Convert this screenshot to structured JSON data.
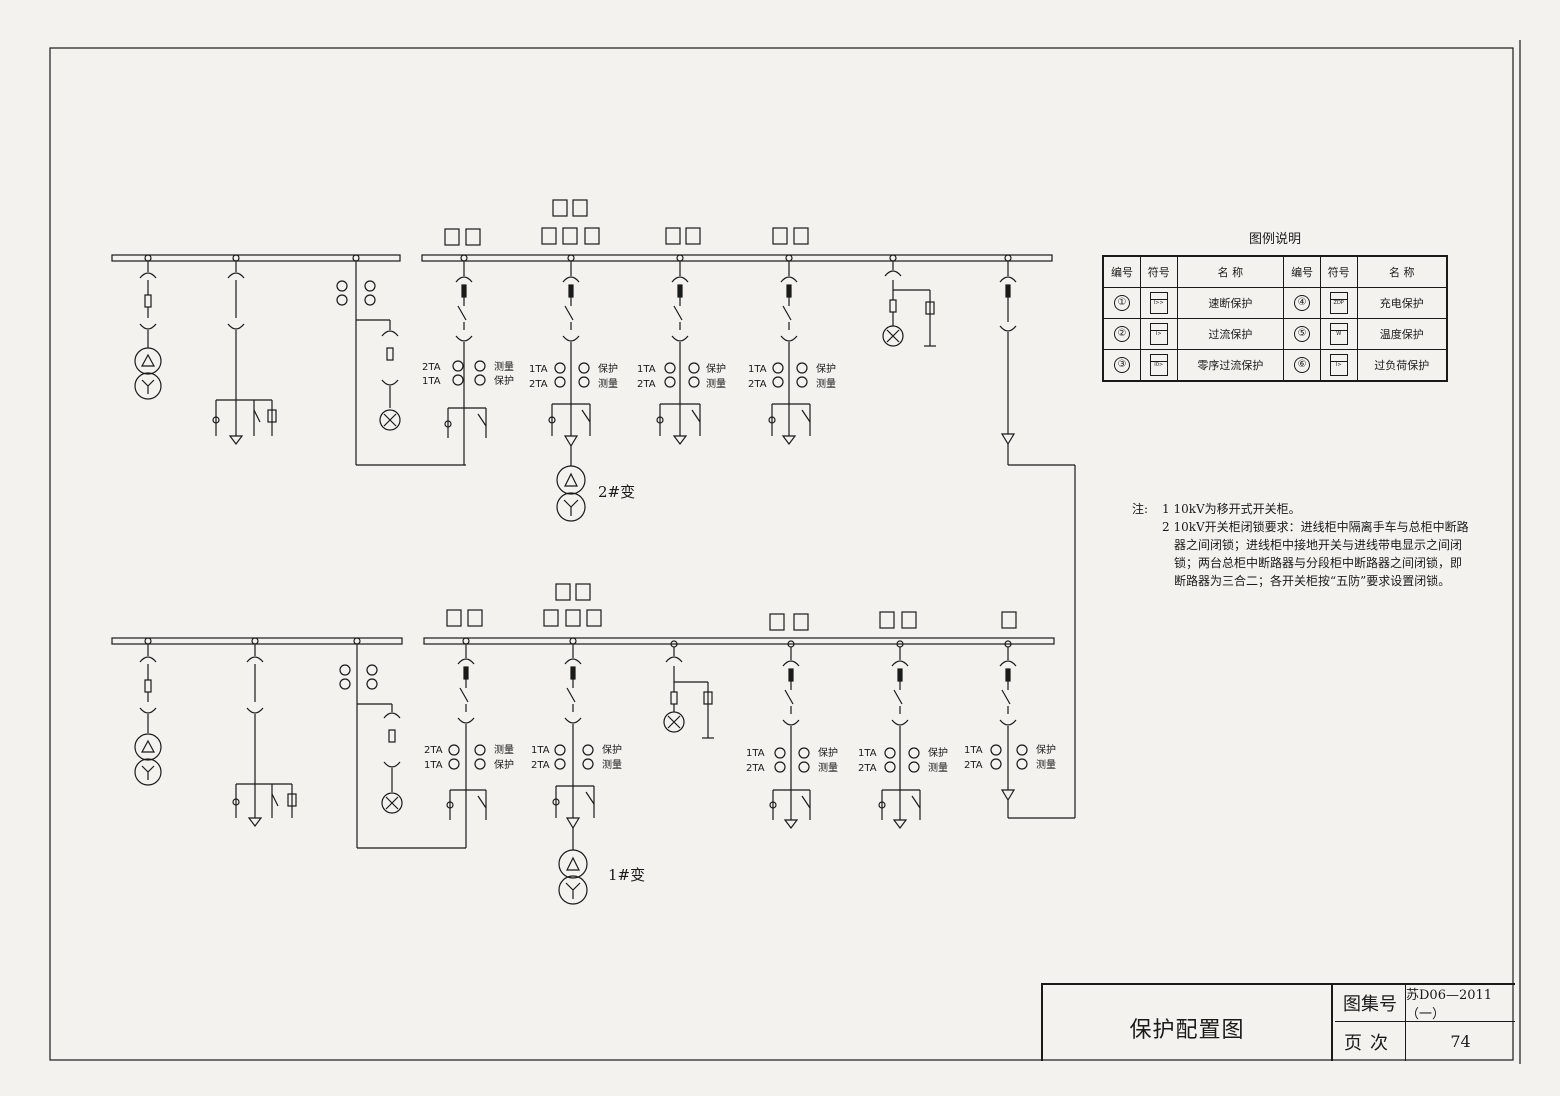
{
  "upper": {
    "ct_labels": {
      "left_ct": "2TA",
      "right_ct": "1TA",
      "meas": "测量",
      "prot": "保护"
    },
    "transformer": "2#变"
  },
  "lower": {
    "transformer": "1#变"
  },
  "feeder_labels": {
    "ta1": "1TA",
    "ta2": "2TA",
    "prot": "保护",
    "meas": "测量"
  },
  "legend": {
    "title": "图例说明",
    "headers": [
      "编号",
      "符号",
      "名  称",
      "编号",
      "符号",
      "名  称"
    ],
    "rows": [
      {
        "n1": "①",
        "s1": "I>>",
        "name1": "速断保护",
        "n2": "④",
        "s2": "ZDP",
        "name2": "充电保护"
      },
      {
        "n1": "②",
        "s1": "I>",
        "name1": "过流保护",
        "n2": "⑤",
        "s2": "W",
        "name2": "温度保护"
      },
      {
        "n1": "③",
        "s1": "I0>",
        "name1": "零序过流保护",
        "n2": "⑥",
        "s2": "I>",
        "name2": "过负荷保护"
      }
    ]
  },
  "notes": {
    "label": "注:",
    "items": [
      "1 10kV为移开式开关柜。",
      "2 10kV开关柜闭锁要求：进线柜中隔离手车与总柜中断路器之间闭锁；进线柜中接地开关与进线带电显示之间闭锁；两台总柜中断路器与分段柜中断路器之间闭锁，即断路器为三合二；各开关柜按“五防”要求设置闭锁。"
    ]
  },
  "title_block": {
    "drawing_title": "保护配置图",
    "atlas_label": "图集号",
    "atlas_value": "苏D06—2011（一）",
    "page_label": "页次",
    "page_value": "74"
  }
}
